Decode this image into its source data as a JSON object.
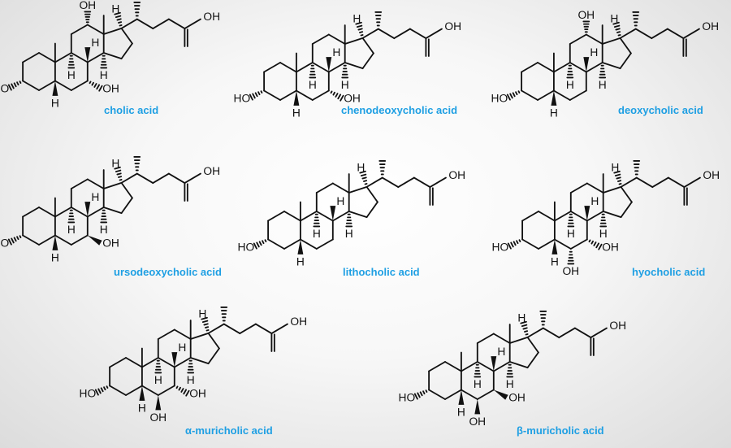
{
  "atom_labels": {
    "oh": "OH",
    "ho": "HO",
    "h": "H"
  },
  "molecules": [
    {
      "name": "cholic acid",
      "subs": [
        "3a",
        "7a",
        "12a"
      ]
    },
    {
      "name": "chenodeoxycholic acid",
      "subs": [
        "3a",
        "7a"
      ]
    },
    {
      "name": "deoxycholic acid",
      "subs": [
        "3a",
        "12a"
      ]
    },
    {
      "name": "ursodeoxycholic acid",
      "subs": [
        "3a",
        "7b"
      ]
    },
    {
      "name": "lithocholic acid",
      "subs": [
        "3a"
      ]
    },
    {
      "name": "hyocholic acid",
      "subs": [
        "3a",
        "6a",
        "7a"
      ]
    },
    {
      "name": "α-muricholic acid",
      "subs": [
        "3a",
        "6b",
        "7a"
      ]
    },
    {
      "name": "β-muricholic acid",
      "subs": [
        "3a",
        "6b",
        "7b"
      ]
    }
  ],
  "colors": {
    "label": "#1e9fe3",
    "bond": "#111111"
  }
}
